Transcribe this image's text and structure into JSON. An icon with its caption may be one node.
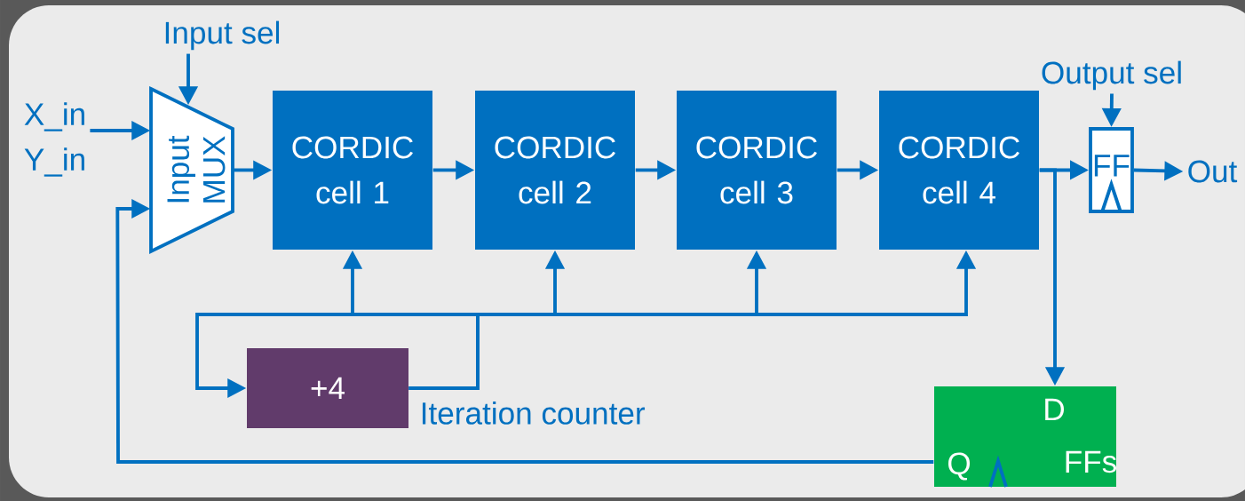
{
  "diagram": {
    "nodes": [
      {
        "text": [
          "X_in",
          "Y_in"
        ]
      },
      {
        "text": [
          "Input sel"
        ]
      },
      {
        "text": [
          "Input MUX"
        ]
      },
      {
        "text": [
          "CORDIC cell 1"
        ]
      },
      {
        "text": [
          "CORDIC cell 2"
        ]
      },
      {
        "text": [
          "CORDIC cell 3"
        ]
      },
      {
        "text": [
          "CORDIC cell 4"
        ]
      },
      {
        "text": [
          "+4"
        ],
        "beside": [
          "Iteration counter"
        ]
      },
      {
        "text": [
          "Output sel"
        ]
      },
      {
        "text": [
          "FF"
        ]
      },
      {
        "text": [
          "Out"
        ]
      },
      {
        "text": [
          "D",
          "Q",
          "FFs"
        ]
      }
    ],
    "edges": [
      {
        "from": 0,
        "to": 2,
        "arrow": "to"
      },
      {
        "from": 1,
        "to": 2,
        "arrow": "to"
      },
      {
        "from": 2,
        "to": 3,
        "arrow": "to"
      },
      {
        "from": 3,
        "to": 4,
        "arrow": "to"
      },
      {
        "from": 4,
        "to": 5,
        "arrow": "to"
      },
      {
        "from": 5,
        "to": 6,
        "arrow": "to"
      },
      {
        "from": 6,
        "to": 9,
        "arrow": "to"
      },
      {
        "from": 8,
        "to": 9,
        "arrow": "to"
      },
      {
        "from": 9,
        "to": 10,
        "arrow": "to"
      },
      {
        "from": 6,
        "to": 11,
        "arrow": "to"
      },
      {
        "from": 11,
        "to": 2,
        "arrow": "to"
      },
      {
        "from": 7,
        "to": 7,
        "arrow": "to"
      },
      {
        "from": 7,
        "to": 3,
        "arrow": "to"
      },
      {
        "from": 7,
        "to": 4,
        "arrow": "to"
      },
      {
        "from": 7,
        "to": 5,
        "arrow": "to"
      },
      {
        "from": 7,
        "to": 6,
        "arrow": "to"
      }
    ]
  }
}
